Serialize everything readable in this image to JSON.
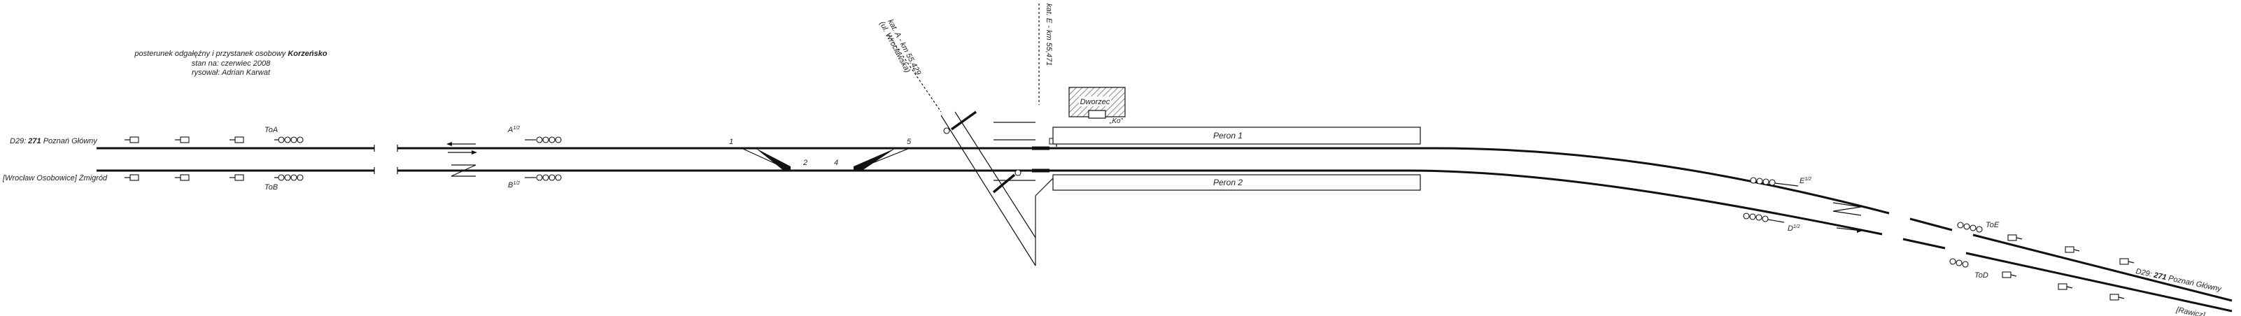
{
  "header": {
    "line1_prefix": "posterunek odgałęźny i przystanek osobowy ",
    "line1_station": "Korzeńsko",
    "line2": "stan na: czerwiec 2008",
    "line3": "rysował: Adrian Karwat"
  },
  "left_labels": {
    "upper_prefix": "D29: ",
    "upper_number": "271",
    "upper_rest": " Poznań Główny",
    "lower": "[Wrocław Osobowice] Żmigród"
  },
  "right_labels": {
    "upper_prefix": "D29: ",
    "upper_number": "271",
    "upper_rest": " Poznań Główny",
    "lower": "[Rawicz]"
  },
  "signals": {
    "toA": "ToA",
    "toB": "ToB",
    "a": "A",
    "a_sup": "1/2",
    "b": "B",
    "b_sup": "1/2",
    "e": "E",
    "e_sup": "1/2",
    "d": "D",
    "d_sup": "1/2",
    "toE": "ToE",
    "toD": "ToD"
  },
  "switches": [
    "1",
    "2",
    "4",
    "5"
  ],
  "platforms": {
    "p1": "Peron 1",
    "p2": "Peron 2"
  },
  "station": {
    "building": "Dworzec",
    "kasa": "„Ko”"
  },
  "crossings": {
    "left": "kat. A - km 55,429",
    "left_sub": "(ul. Wrocławska)",
    "right": "kat. E - km 55,471"
  },
  "colors": {
    "track": "#111111",
    "text": "#222222",
    "hatch": "#555555"
  }
}
